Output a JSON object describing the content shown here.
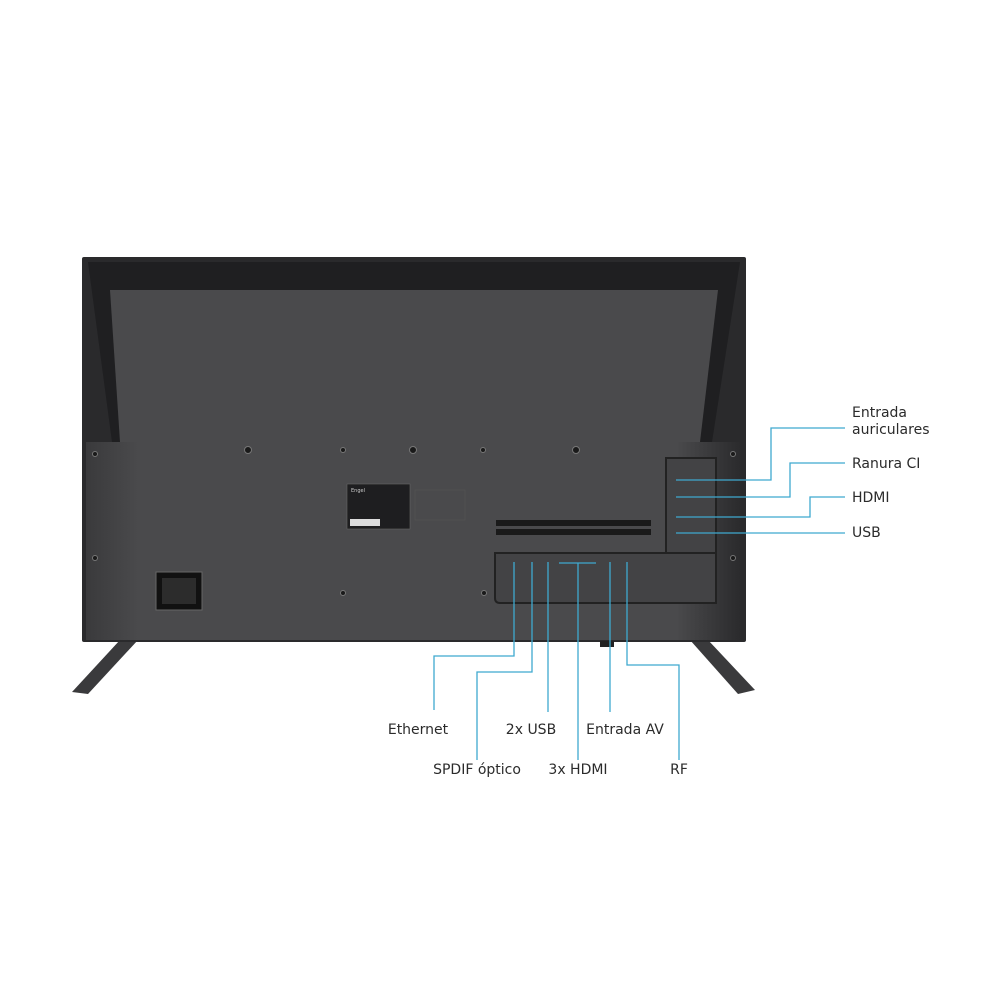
{
  "brand_label": "Engel",
  "colors": {
    "callout_line": "#3fa9cf",
    "tv_body": "#48484a",
    "background": "#ffffff"
  },
  "callouts_right": [
    {
      "line1": "Entrada",
      "line2": "auriculares"
    },
    {
      "line1": "Ranura CI"
    },
    {
      "line1": "HDMI"
    },
    {
      "line1": "USB"
    }
  ],
  "callouts_bottom": [
    {
      "label": "Ethernet"
    },
    {
      "label": "SPDIF óptico"
    },
    {
      "label": "2x USB"
    },
    {
      "label": "3x HDMI"
    },
    {
      "label": "Entrada AV"
    },
    {
      "label": "RF"
    }
  ]
}
